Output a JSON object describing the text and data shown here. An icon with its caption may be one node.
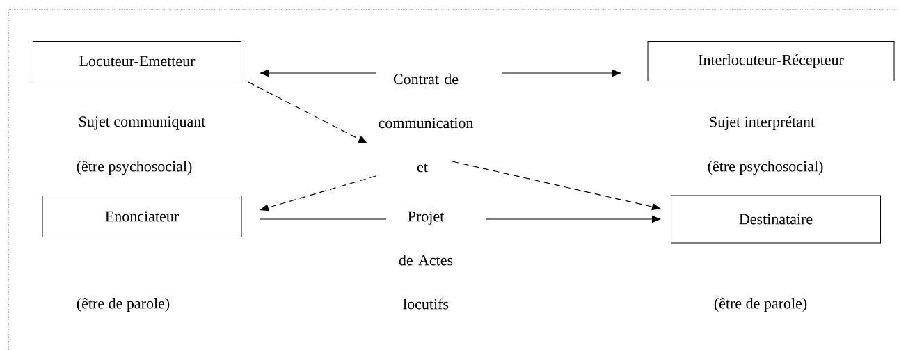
{
  "diagram": {
    "nodes": [
      {
        "text": [
          "Locuteur-Emetteur"
        ],
        "beside": [
          "Sujet communiquant",
          "(être psychosocial)"
        ]
      },
      {
        "text": [
          "Interlocuteur-Récepteur"
        ],
        "beside": [
          "Sujet interprétant",
          "(être psychosocial)"
        ]
      },
      {
        "text": [
          "Contrat de communication"
        ]
      },
      {
        "text": [
          "et"
        ]
      },
      {
        "text": [
          "Enonciateur"
        ],
        "beside": [
          "(être de parole)"
        ]
      },
      {
        "text": [
          "Projet de Actes locutifs"
        ]
      },
      {
        "text": [
          "Destinataire"
        ],
        "beside": [
          "(être de parole)"
        ]
      }
    ],
    "edges": [
      {
        "from": 2,
        "to": 0,
        "arrow": "to"
      },
      {
        "from": 2,
        "to": 1,
        "arrow": "to"
      },
      {
        "from": 0,
        "to": 2,
        "arrow": "to",
        "style": "dashed"
      },
      {
        "from": 3,
        "to": 4,
        "arrow": "to",
        "style": "dashed"
      },
      {
        "from": 3,
        "to": 6,
        "arrow": "to",
        "style": "dashed"
      },
      {
        "from": 4,
        "to": 5,
        "arrow": "none"
      },
      {
        "from": 5,
        "to": 6,
        "arrow": "to"
      }
    ]
  }
}
